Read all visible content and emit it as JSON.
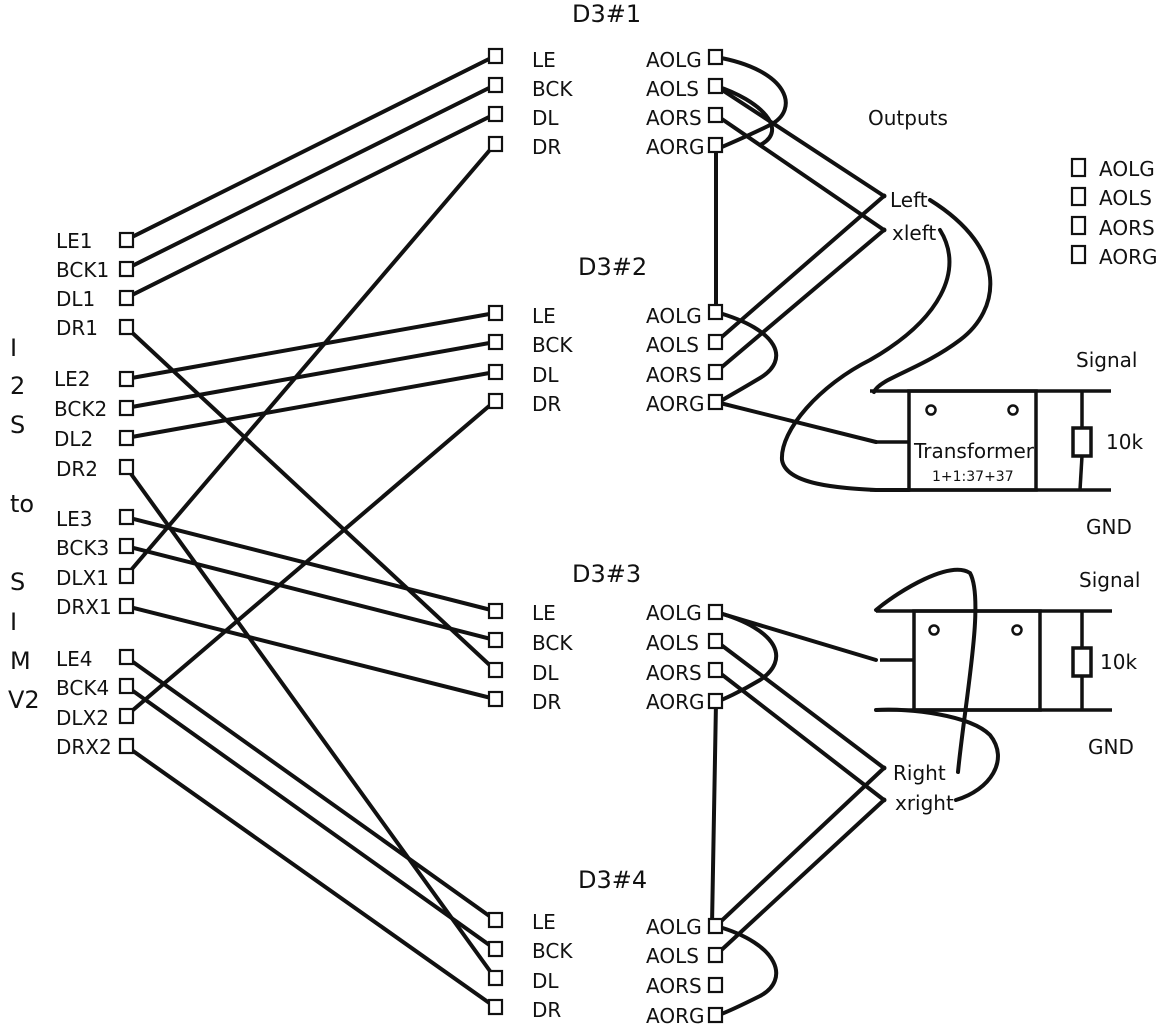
{
  "i2s_side_label": [
    "I",
    "2",
    "S",
    "to",
    "S",
    "I",
    "M",
    "V2"
  ],
  "i2s_pins": [
    "LE1",
    "BCK1",
    "DL1",
    "DR1",
    "LE2",
    "BCK2",
    "DL2",
    "DR2",
    "LE3",
    "BCK3",
    "DLX1",
    "DRX1",
    "LE4",
    "BCK4",
    "DLX2",
    "DRX2"
  ],
  "chips": [
    {
      "title": "D3#1",
      "inputs": [
        "LE",
        "BCK",
        "DL",
        "DR"
      ],
      "outputs": [
        "AOLG",
        "AOLS",
        "AORS",
        "AORG"
      ]
    },
    {
      "title": "D3#2",
      "inputs": [
        "LE",
        "BCK",
        "DL",
        "DR"
      ],
      "outputs": [
        "AOLG",
        "AOLS",
        "AORS",
        "AORG"
      ]
    },
    {
      "title": "D3#3",
      "inputs": [
        "LE",
        "BCK",
        "DL",
        "DR"
      ],
      "outputs": [
        "AOLG",
        "AOLS",
        "AORS",
        "AORG"
      ]
    },
    {
      "title": "D3#4",
      "inputs": [
        "LE",
        "BCK",
        "DL",
        "DR"
      ],
      "outputs": [
        "AOLG",
        "AOLS",
        "AORS",
        "AORG"
      ]
    }
  ],
  "outputs_title": "Outputs",
  "legend": [
    "AOLG",
    "AOLS",
    "AORS",
    "AORG"
  ],
  "left_nodes": [
    "Left",
    "xleft"
  ],
  "right_nodes": [
    "Right",
    "xright"
  ],
  "transformer": {
    "label": "Transformer",
    "ratio": "1+1:37+37"
  },
  "stages": [
    {
      "signal": "Signal",
      "resistor": "10k",
      "gnd": "GND"
    },
    {
      "signal": "Signal",
      "resistor": "10k",
      "gnd": "GND"
    }
  ]
}
